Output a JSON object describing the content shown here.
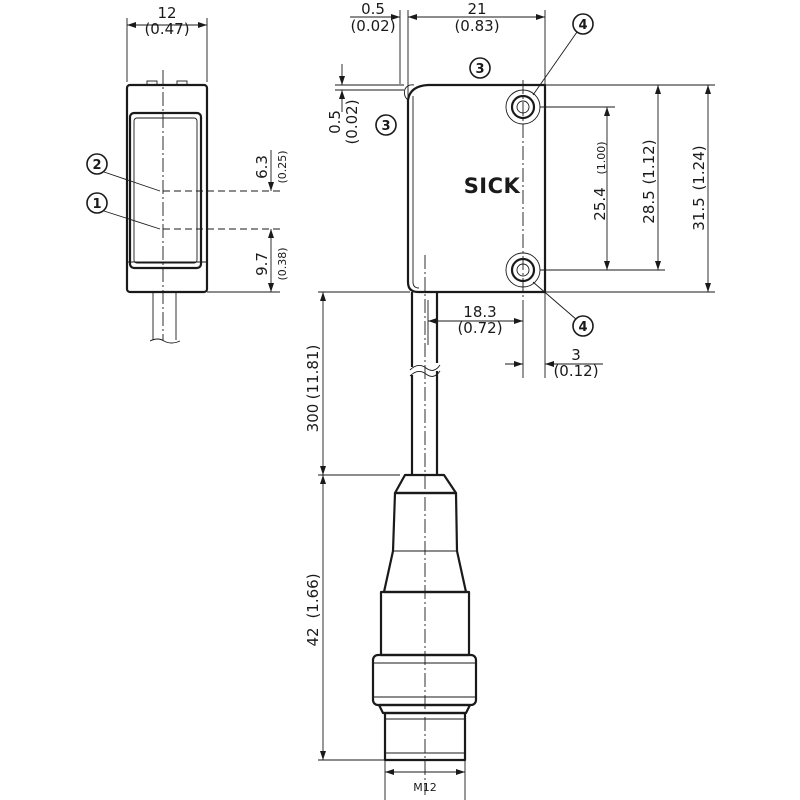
{
  "brand_label": "SICK",
  "front_view": {
    "width": {
      "mm": "12",
      "inch": "(0.47)"
    },
    "spot2_offset": {
      "mm": "6.3",
      "inch": "(0.25)"
    },
    "spot1_offset": {
      "mm": "9.7",
      "inch": "(0.38)"
    }
  },
  "side_view": {
    "gap_top": {
      "mm": "0.5",
      "inch": "(0.02)"
    },
    "body_length": {
      "mm": "21",
      "inch": "(0.83)"
    },
    "gap_left": {
      "mm": "0.5",
      "inch": "(0.02)"
    },
    "hole_spacing": {
      "mm": "25.4",
      "inch": "(1.00)"
    },
    "hole_outer": {
      "mm": "28.5",
      "inch": "(1.12)"
    },
    "body_height": {
      "mm": "31.5",
      "inch": "(1.24)"
    },
    "hole_from_front": {
      "mm": "18.3",
      "inch": "(0.72)"
    },
    "hole_from_back": {
      "mm": "3",
      "inch": "(0.12)"
    }
  },
  "cable": {
    "length": {
      "mm": "300",
      "inch": "(11.81)"
    }
  },
  "connector": {
    "length": {
      "mm": "42",
      "inch": "(1.66)"
    },
    "thread": "M12"
  },
  "callouts": {
    "spot_1": "1",
    "spot_2": "2",
    "edge_3": "3",
    "hole_4": "4"
  }
}
